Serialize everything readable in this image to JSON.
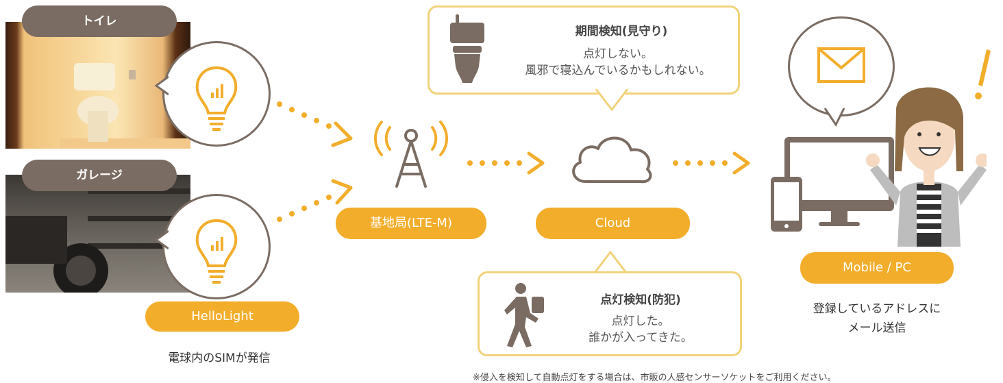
{
  "sources": {
    "toilet_label": "トイレ",
    "garage_label": "ガレージ"
  },
  "device": {
    "label": "HelloLight",
    "caption": "電球内のSIMが発信"
  },
  "base_station": {
    "label": "基地局(LTE-M)"
  },
  "cloud": {
    "label": "Cloud"
  },
  "callout_top": {
    "title": "期間検知(見守り)",
    "line1": "点灯しない。",
    "line2": "風邪で寝込んでいるかもしれない。"
  },
  "callout_bottom": {
    "title": "点灯検知(防犯)",
    "line1": "点灯した。",
    "line2": "誰かが入ってきた。"
  },
  "target": {
    "label": "Mobile / PC",
    "caption_line1": "登録しているアドレスに",
    "caption_line2": "メール送信"
  },
  "footnote": "※侵入を検知して自動点灯をする場合は、市販の人感センサーソケットをご利用ください。",
  "colors": {
    "accent": "#f2ad2b",
    "brown": "#7a6c62",
    "callout_border": "#f1d27a"
  }
}
